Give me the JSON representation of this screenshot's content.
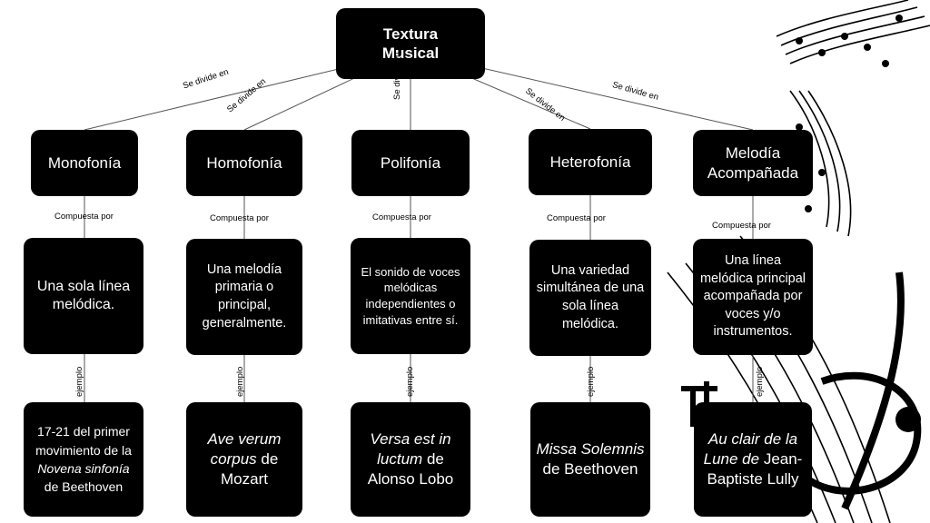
{
  "root": {
    "line1": "Textura",
    "line2": "Musical"
  },
  "link_label": "Se divide en",
  "composed_label": "Compuesta por",
  "example_label": "ejemplo",
  "types": [
    {
      "name": "Monofonía",
      "description": "Una sola línea melódica.",
      "example": {
        "pre": "17-21 del primer movimiento de la ",
        "title": "Novena sinfonía",
        "post": " de Beethoven"
      }
    },
    {
      "name": "Homofonía",
      "description": "Una melodía primaria o principal, generalmente.",
      "example": {
        "pre": "",
        "title": "Ave verum corpus",
        "post": " de Mozart"
      }
    },
    {
      "name": "Polifonía",
      "description": "El sonido de voces melódicas independientes o imitativas entre sí.",
      "example": {
        "pre": "",
        "title": "Versa est in luctum",
        "post": " de Alonso Lobo"
      }
    },
    {
      "name": "Heterofonía",
      "description": "Una variedad simultánea de una sola línea melódica.",
      "example": {
        "pre": "",
        "title": "Missa Solemnis",
        "post": " de Beethoven"
      }
    },
    {
      "name": "Melodía Acompañada",
      "description": "Una línea melódica principal acompañada por voces y/o instrumentos.",
      "example": {
        "pre": "",
        "title": "Au clair de la Lune de",
        "post": " Jean-Baptiste Lully"
      }
    }
  ]
}
